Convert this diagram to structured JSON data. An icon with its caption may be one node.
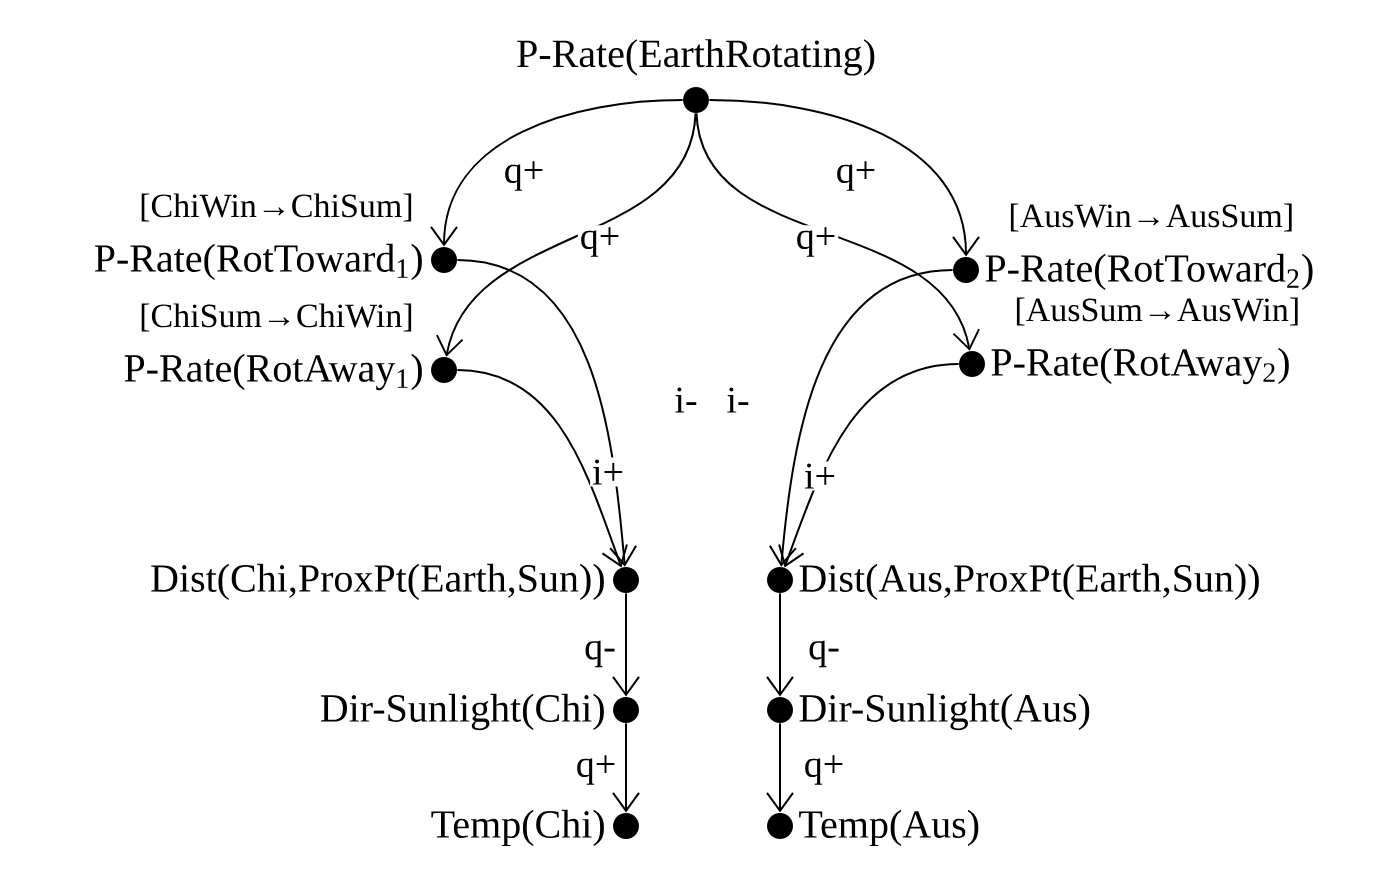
{
  "diagram": {
    "nodes": [
      {
        "text": [
          "P-Rate(EarthRotating)"
        ]
      },
      {
        "text": [
          "P-Rate(RotToward$_{1}$)"
        ],
        "beside": [
          "[ChiWin→ChiSum]"
        ]
      },
      {
        "text": [
          "P-Rate(RotToward$_{2}$)"
        ],
        "beside": [
          "[AusWin→AusSum]"
        ]
      },
      {
        "text": [
          "P-Rate(RotAway$_{1}$)"
        ],
        "beside": [
          "[ChiSum→ChiWin]"
        ]
      },
      {
        "text": [
          "P-Rate(RotAway$_{2}$)"
        ],
        "beside": [
          "[AusSum→AusWin]"
        ]
      },
      {
        "text": [
          "Dist(Chi,ProxPt(Earth,Sun))"
        ]
      },
      {
        "text": [
          "Dist(Aus,ProxPt(Earth,Sun))"
        ]
      },
      {
        "text": [
          "Dir-Sunlight(Chi)"
        ]
      },
      {
        "text": [
          "Dir-Sunlight(Aus)"
        ]
      },
      {
        "text": [
          "Temp(Chi)"
        ]
      },
      {
        "text": [
          "Temp(Aus)"
        ]
      }
    ],
    "edges": [
      {
        "from": 0,
        "to": 1,
        "arrow": "to",
        "label": "q+"
      },
      {
        "from": 0,
        "to": 2,
        "arrow": "to",
        "label": "q+"
      },
      {
        "from": 0,
        "to": 3,
        "arrow": "to",
        "label": "q+"
      },
      {
        "from": 0,
        "to": 4,
        "arrow": "to",
        "label": "q+"
      },
      {
        "from": 1,
        "to": 5,
        "arrow": "to",
        "label": "i-"
      },
      {
        "from": 2,
        "to": 6,
        "arrow": "to",
        "label": "i-"
      },
      {
        "from": 3,
        "to": 5,
        "arrow": "to",
        "label": "i+"
      },
      {
        "from": 4,
        "to": 6,
        "arrow": "to",
        "label": "i+"
      },
      {
        "from": 5,
        "to": 7,
        "arrow": "to",
        "label": "q-"
      },
      {
        "from": 6,
        "to": 8,
        "arrow": "to",
        "label": "q-"
      },
      {
        "from": 7,
        "to": 9,
        "arrow": "to",
        "label": "q+"
      },
      {
        "from": 8,
        "to": 10,
        "arrow": "to",
        "label": "q+"
      }
    ]
  }
}
